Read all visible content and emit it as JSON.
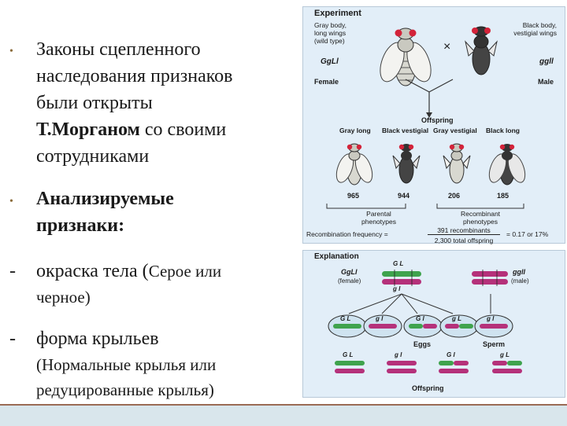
{
  "text": {
    "bullet1": {
      "line1": "Законы сцепленного",
      "line2": "наследования признаков",
      "line3": "были открыты",
      "line4_bold": "Т.Морганом",
      "line4_rest": " со своими",
      "line5": "сотрудниками"
    },
    "bullet2": {
      "line1": "Анализируемые",
      "line2": "признаки:"
    },
    "item1": {
      "dash": "-",
      "line1_big": "окраска тела (",
      "line1_small": "Серое или",
      "line2": "черное)"
    },
    "item2": {
      "dash": "-",
      "line1": "форма крыльев",
      "line2": "(Нормальные крылья или",
      "line3": "редуцированные крылья)"
    }
  },
  "figure": {
    "experiment": {
      "title": "Experiment",
      "female_desc": [
        "Gray body,",
        "long wings",
        "(wild type)"
      ],
      "male_desc": [
        "Black body,",
        "vestigial wings"
      ],
      "female_genotype": "GgLl",
      "male_genotype": "ggll",
      "female_label": "Female",
      "male_label": "Male",
      "cross_symbol": "×",
      "offspring_label": "Offspring",
      "phenotypes": [
        "Gray long",
        "Black vestigial",
        "Gray vestigial",
        "Black long"
      ],
      "counts": [
        "965",
        "944",
        "206",
        "185"
      ],
      "parental_label": [
        "Parental",
        "phenotypes"
      ],
      "recombinant_label": [
        "Recombinant",
        "phenotypes"
      ],
      "recomb_prefix": "Recombination frequency =",
      "recomb_numerator": "391 recombinants",
      "recomb_denominator": "2,300 total offspring",
      "recomb_result": "= 0.17 or 17%"
    },
    "explanation": {
      "title": "Explanation",
      "female_genotype": "GgLl",
      "female_label": "(female)",
      "male_genotype": "ggll",
      "male_label": "(male)",
      "eggs_label": "Eggs",
      "sperm_label": "Sperm",
      "offspring_label": "Offspring",
      "chrom_GL": "G L",
      "chrom_gl": "g l",
      "chrom_Gl": "G l",
      "chrom_gL": "g L"
    },
    "colors": {
      "panel_bg": "#e2eef8",
      "green_chrom": "#3fa34d",
      "magenta_chrom": "#b5317a",
      "arrow": "#333333"
    }
  }
}
